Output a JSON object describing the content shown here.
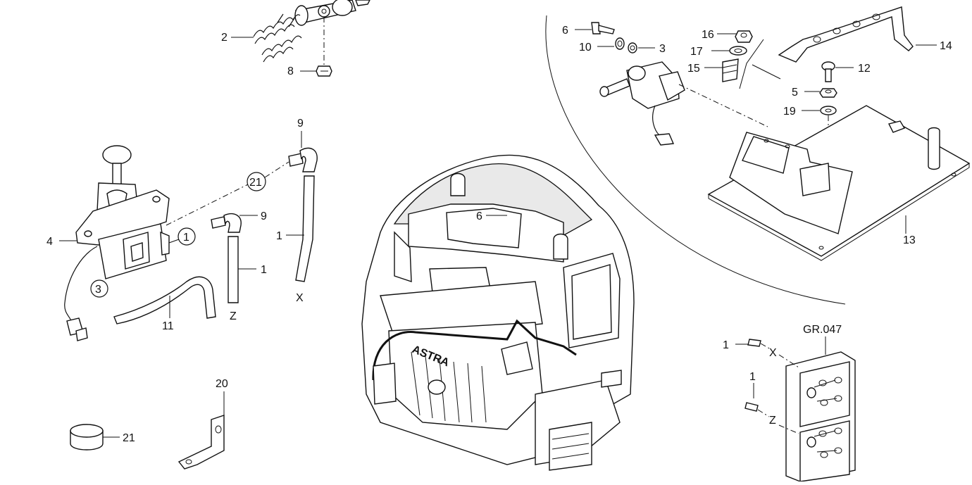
{
  "callouts": {
    "c1": "1",
    "c2": "2",
    "c3": "3",
    "c4": "4",
    "c5": "5",
    "c6": "6",
    "c8": "8",
    "c9": "9",
    "c10": "10",
    "c11": "11",
    "c12": "12",
    "c13": "13",
    "c14": "14",
    "c15": "15",
    "c16": "16",
    "c17": "17",
    "c19": "19",
    "c20": "20",
    "c21": "21"
  },
  "markers": {
    "x": "X",
    "z": "Z"
  },
  "group_ref": "GR.047",
  "brand": "ASTRA"
}
